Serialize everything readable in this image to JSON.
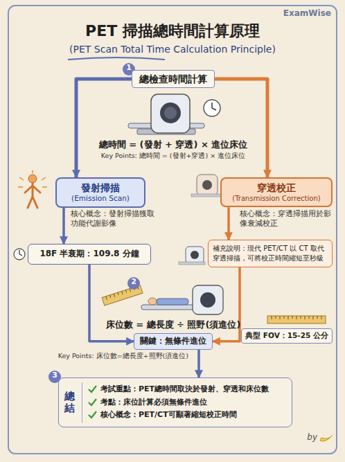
{
  "diagram": {
    "title": "PET 掃描總時間計算原理",
    "nodes": [
      {
        "text": [
          "總檢查時間計算"
        ]
      },
      {
        "text": [
          "發射掃描",
          "(Emission Scan)"
        ]
      },
      {
        "text": [
          "穿透校正",
          "(Transmission Correction)"
        ]
      },
      {
        "text": [
          "18F 半衰期：109.8 分鐘"
        ]
      },
      {
        "text": [
          "補充說明：現代 PET/CT 以 CT 取代穿透掃描，可將校正時間縮短至秒級"
        ]
      },
      {
        "text": [
          "關鍵：無條件進位"
        ]
      },
      {
        "text": [
          "典型 FOV：15-25 公分"
        ]
      },
      {
        "text": [
          "總結",
          "考試重點：PET總時間取決於發射、穿透和床位數",
          "考點：床位計算必須無條件進位",
          "核心概念：PET/CT可顯著縮短校正時間"
        ]
      }
    ],
    "edges": [
      {
        "from": 0,
        "to": 1,
        "arrow": "to"
      },
      {
        "from": 0,
        "to": 2,
        "arrow": "to"
      },
      {
        "from": 1,
        "to": 3,
        "arrow": "to"
      },
      {
        "from": 2,
        "to": 4,
        "arrow": "to"
      },
      {
        "from": 3,
        "to": 5,
        "arrow": "to"
      },
      {
        "from": 4,
        "to": 5,
        "arrow": "to"
      },
      {
        "from": 5,
        "to": 7,
        "arrow": "to"
      }
    ],
    "labels": [
      "(PET Scan Total Time Calculation Principle)",
      "ExamWise",
      "1",
      "總時間 = (發射 + 穿透) × 進位床位",
      "Key Points: 總時間 = (發射+穿透) × 進位床位",
      "核心概念：發射掃描獲取功能代謝影像",
      "核心概念：穿透掃描用於影像衰減校正",
      "2",
      "床位數 = 總長度 ÷ 照野(須進位)",
      "Key Points: 床位數=總長度÷照野(須進位)",
      "3",
      "by"
    ]
  }
}
